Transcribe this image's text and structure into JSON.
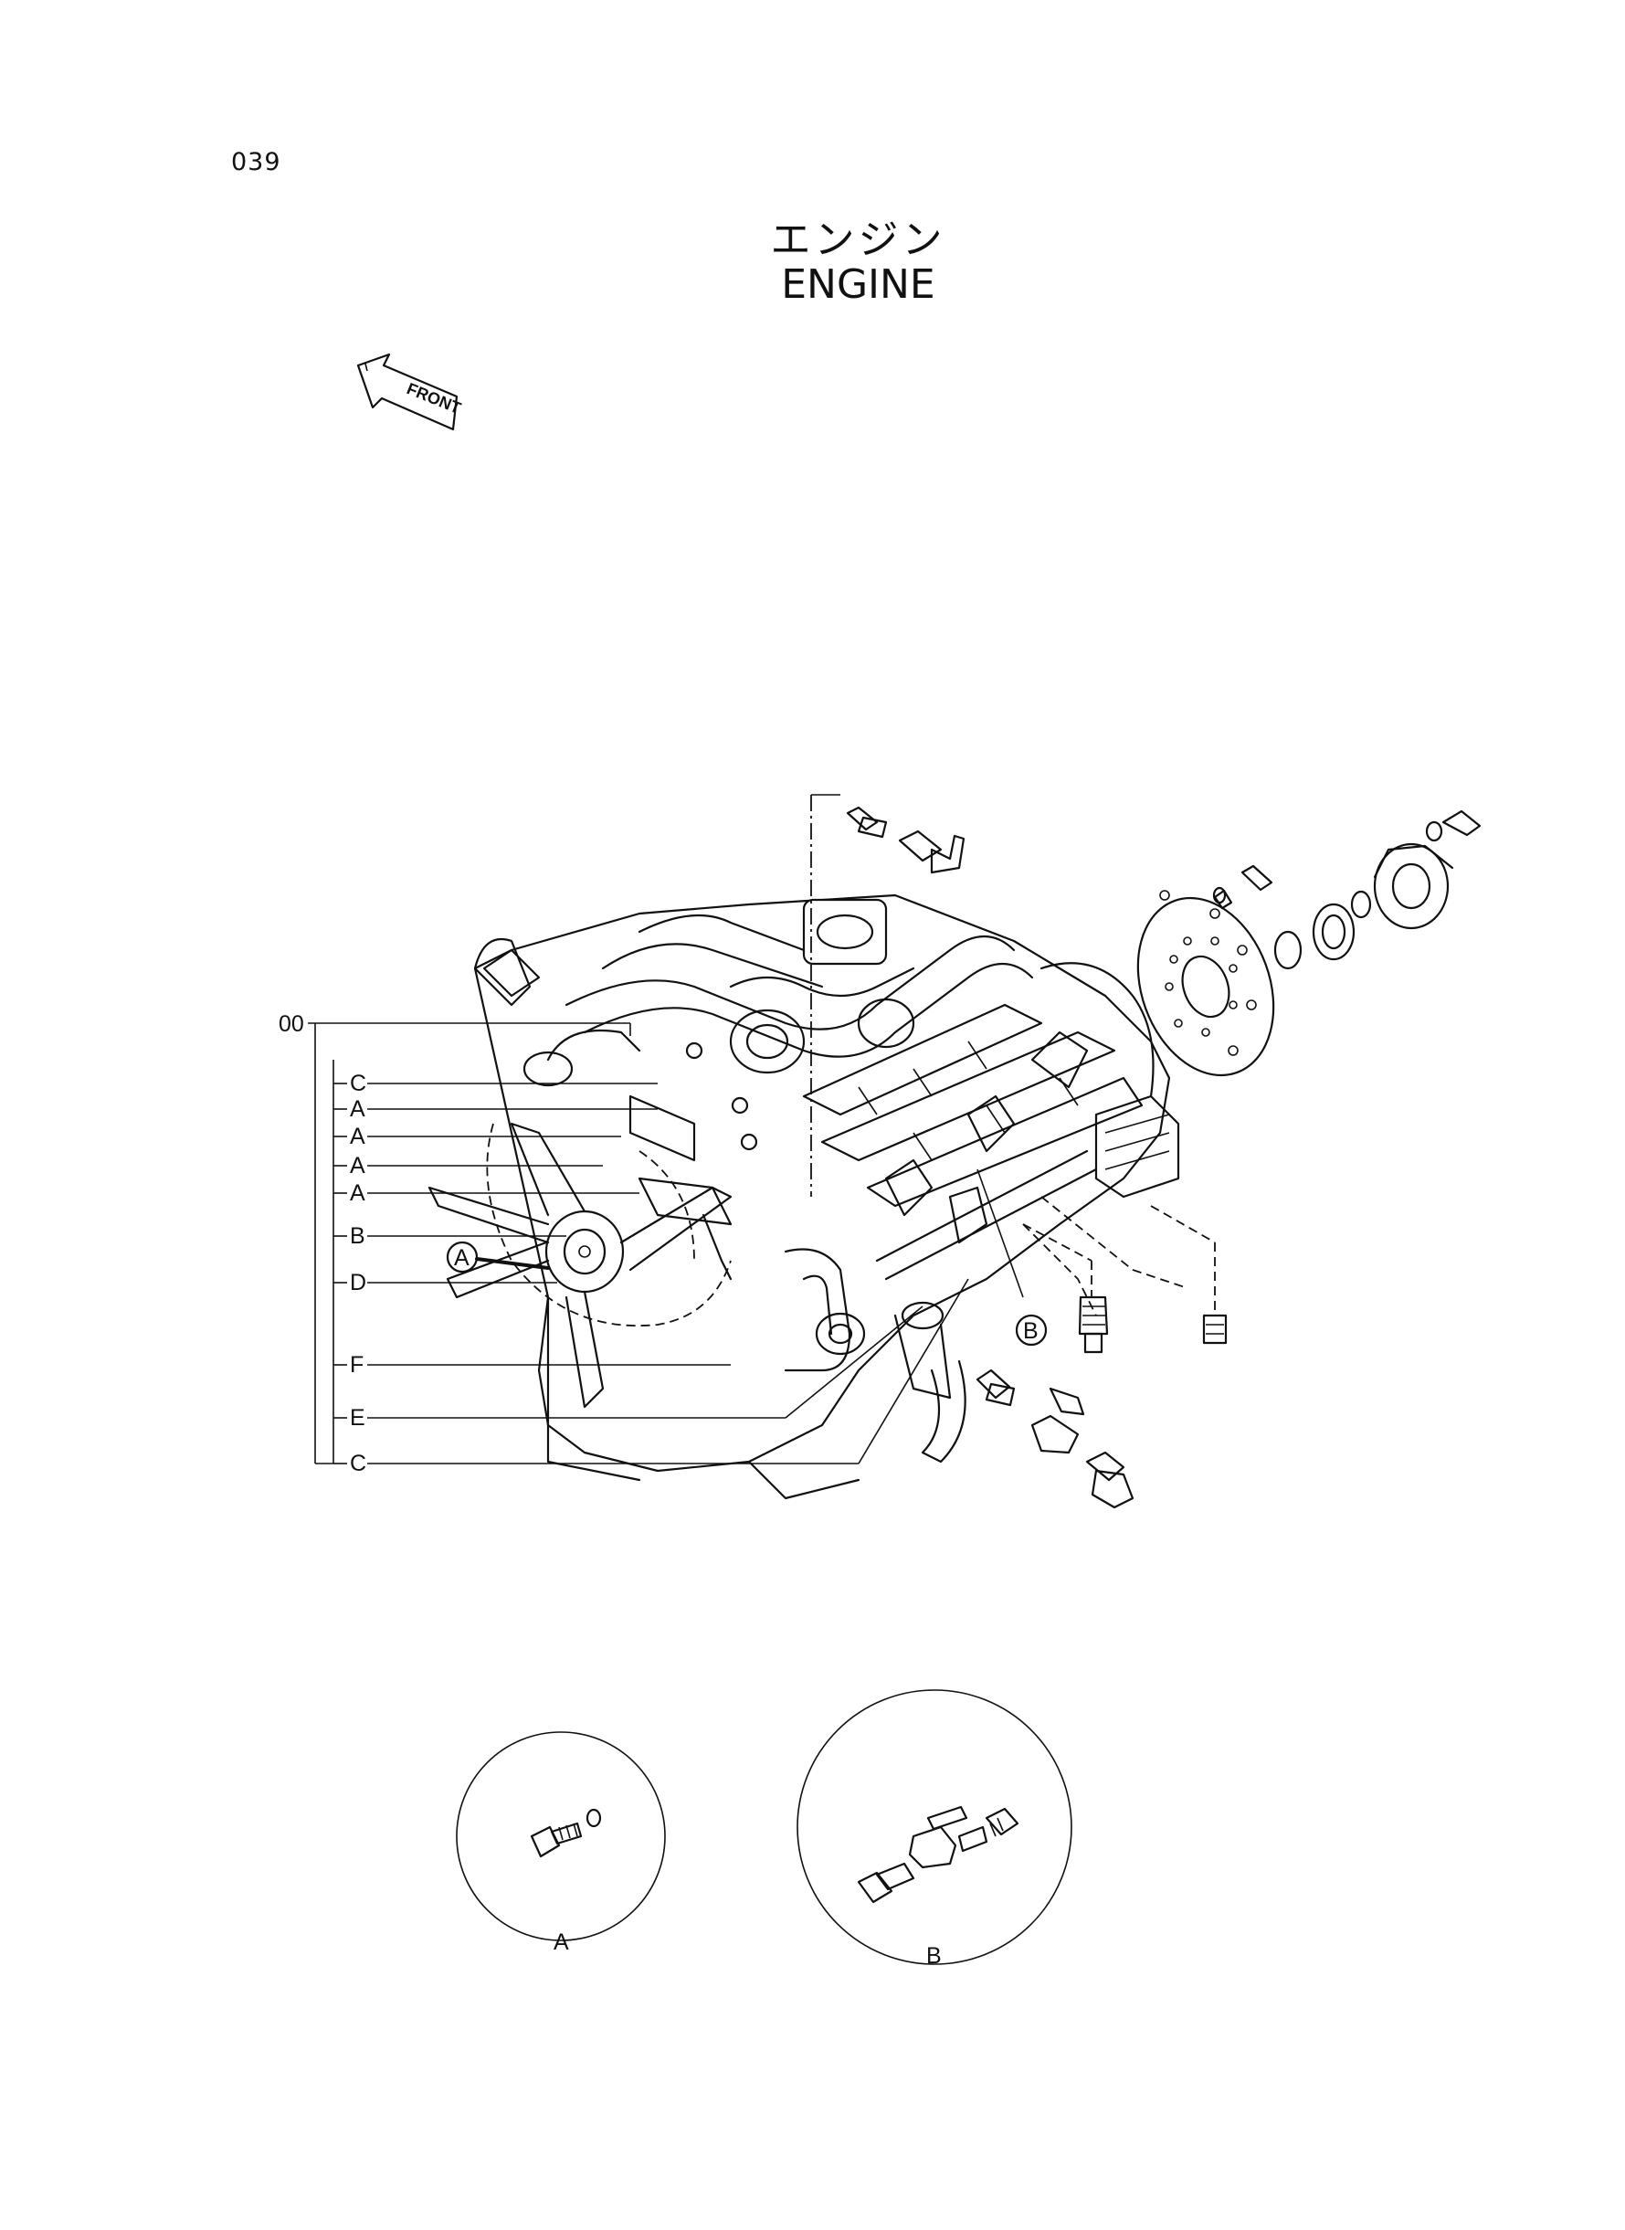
{
  "page": {
    "number": "039",
    "title_ja": "エンジン",
    "title_en": "ENGINE",
    "front_label": "FRONT"
  },
  "callouts": {
    "main": "00",
    "c1": "C",
    "a1": "A",
    "a2": "A",
    "a3": "A",
    "a4": "A",
    "b1": "B",
    "d1": "D",
    "f1": "F",
    "e1": "E",
    "c2": "C"
  },
  "circle_markers": {
    "a": "A",
    "b": "B"
  },
  "detail_views": {
    "a_label": "A",
    "b_label": "B"
  }
}
